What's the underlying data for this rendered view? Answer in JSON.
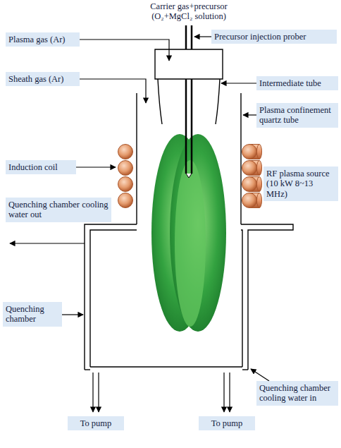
{
  "diagram": {
    "nodes": [
      {
        "text": [
          "Plasma gas (Ar)"
        ]
      },
      {
        "text": [
          "Precursor injection prober"
        ]
      },
      {
        "text": [
          "Sheath gas (Ar)"
        ]
      },
      {
        "text": [
          "Intermediate tube"
        ]
      },
      {
        "text": [
          "Plasma confinement quartz tube"
        ]
      },
      {
        "text": [
          "Induction coil"
        ]
      },
      {
        "text": [
          "RF plasma source (10 kW 8~13 MHz)"
        ]
      },
      {
        "text": [
          "Quenching chamber cooling water out"
        ]
      },
      {
        "text": [
          "Quenching chamber"
        ]
      },
      {
        "text": [
          "Quenching chamber cooling water in"
        ]
      },
      {
        "text": [
          "To pump"
        ]
      },
      {
        "text": [
          "To pump"
        ]
      }
    ],
    "labels": [
      "Carrier gas+precursor (O₂+MgCl₂ solution)"
    ]
  }
}
